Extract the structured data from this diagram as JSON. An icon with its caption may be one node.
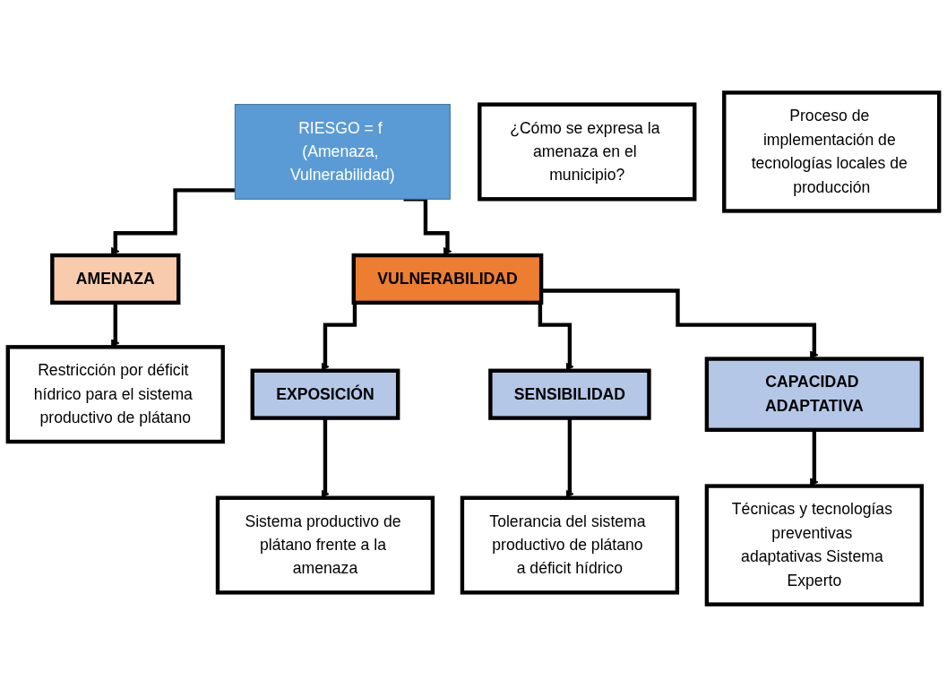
{
  "diagram": {
    "nodes": [
      {
        "text": [
          "RIESGO = f (Amenaza, Vulnerabilidad)"
        ]
      },
      {
        "text": [
          "AMENAZA"
        ]
      },
      {
        "text": [
          "VULNERABILIDAD"
        ]
      },
      {
        "text": [
          "Restricción por déficit hídrico para el sistema productivo de plátano"
        ]
      },
      {
        "text": [
          "EXPOSICIÓN"
        ]
      },
      {
        "text": [
          "SENSIBILIDAD"
        ]
      },
      {
        "text": [
          "CAPACIDAD ADAPTATIVA"
        ]
      },
      {
        "text": [
          "Sistema productivo de plátano frente a la amenaza"
        ]
      },
      {
        "text": [
          "Tolerancia del sistema productivo de plátano a déficit hídrico"
        ]
      },
      {
        "text": [
          "Técnicas y tecnologías preventivas adaptativas Sistema Experto"
        ]
      },
      {
        "text": [
          "¿Cómo se expresa la amenaza en el municipio?"
        ]
      },
      {
        "text": [
          "Proceso de implementación de tecnologías locales de producción"
        ]
      }
    ],
    "edges": [
      {
        "from": 0,
        "to": 1,
        "arrow": "to"
      },
      {
        "from": 0,
        "to": 2,
        "arrow": "to"
      },
      {
        "from": 1,
        "to": 3,
        "arrow": "to"
      },
      {
        "from": 2,
        "to": 4,
        "arrow": "to"
      },
      {
        "from": 2,
        "to": 5,
        "arrow": "to"
      },
      {
        "from": 2,
        "to": 6,
        "arrow": "to"
      },
      {
        "from": 4,
        "to": 7,
        "arrow": "to"
      },
      {
        "from": 5,
        "to": 8,
        "arrow": "to"
      },
      {
        "from": 6,
        "to": 9,
        "arrow": "to"
      }
    ]
  }
}
